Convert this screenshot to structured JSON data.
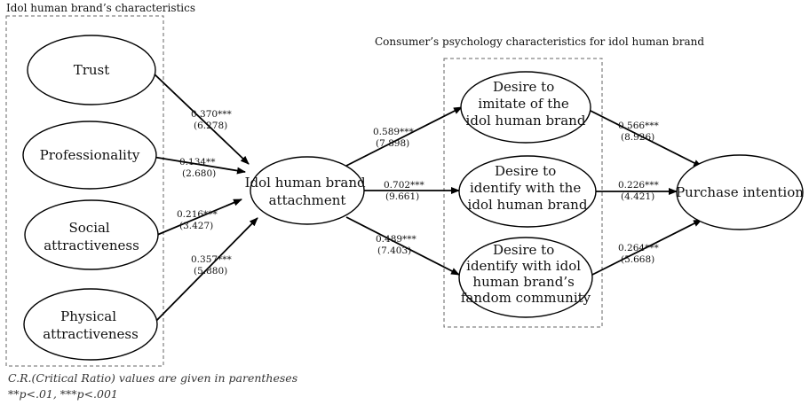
{
  "groups": {
    "brand_characteristics": {
      "title": "Idol human brand’s characteristics"
    },
    "consumer_psychology": {
      "title": "Consumer’s psychology characteristics for idol human brand"
    }
  },
  "nodes": {
    "trust": {
      "lines": [
        "Trust"
      ]
    },
    "professionality": {
      "lines": [
        "Professionality"
      ]
    },
    "social": {
      "lines": [
        "Social",
        "attractiveness"
      ]
    },
    "physical": {
      "lines": [
        "Physical",
        "attractiveness"
      ]
    },
    "attachment": {
      "lines": [
        "Idol human brand",
        "attachment"
      ]
    },
    "imitate": {
      "lines": [
        "Desire to",
        "imitate of the",
        "idol human brand"
      ]
    },
    "identify": {
      "lines": [
        "Desire to",
        "identify with the",
        "idol human brand"
      ]
    },
    "fandom": {
      "lines": [
        "Desire to",
        "identify with idol",
        "human brand’s",
        "fandom community"
      ]
    },
    "purchase": {
      "lines": [
        "Purchase intention"
      ]
    }
  },
  "paths": [
    {
      "id": "trust-attachment",
      "from": "trust",
      "to": "attachment",
      "coef": "0.370***",
      "cr": "(6.278)"
    },
    {
      "id": "professionality-attachment",
      "from": "professionality",
      "to": "attachment",
      "coef": "0.134**",
      "cr": "(2.680)"
    },
    {
      "id": "social-attachment",
      "from": "social",
      "to": "attachment",
      "coef": "0.216***",
      "cr": "(3.427)"
    },
    {
      "id": "physical-attachment",
      "from": "physical",
      "to": "attachment",
      "coef": "0.357***",
      "cr": "(5.880)"
    },
    {
      "id": "attachment-imitate",
      "from": "attachment",
      "to": "imitate",
      "coef": "0.589***",
      "cr": "(7.898)"
    },
    {
      "id": "attachment-identify",
      "from": "attachment",
      "to": "identify",
      "coef": "0.702***",
      "cr": "(9.661)"
    },
    {
      "id": "attachment-fandom",
      "from": "attachment",
      "to": "fandom",
      "coef": "0.489***",
      "cr": "(7.403)"
    },
    {
      "id": "imitate-purchase",
      "from": "imitate",
      "to": "purchase",
      "coef": "0.566***",
      "cr": "(8.926)"
    },
    {
      "id": "identify-purchase",
      "from": "identify",
      "to": "purchase",
      "coef": "0.226***",
      "cr": "(4.421)"
    },
    {
      "id": "fandom-purchase",
      "from": "fandom",
      "to": "purchase",
      "coef": "0.264***",
      "cr": "(5.668)"
    }
  ],
  "notes": {
    "cr_note": "C.R.(Critical Ratio) values are given in parentheses",
    "significance": "**p<.01, ***p<.001"
  }
}
